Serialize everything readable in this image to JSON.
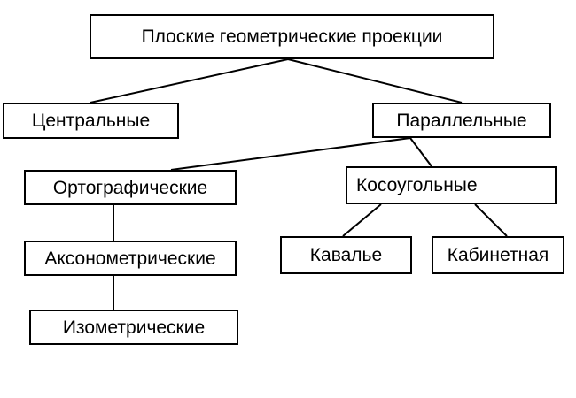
{
  "diagram": {
    "nodes": {
      "root": "Плоские геометрические проекции",
      "central": "Центральные",
      "parallel": "Параллельные",
      "orthographic": "Ортографические",
      "oblique": "Косоугольные",
      "axonometric": "Аксонометрические",
      "cavalier": "Кавалье",
      "cabinet": "Кабинетная",
      "isometric": "Изометрические"
    },
    "edges": [
      {
        "from": "root",
        "to": "central"
      },
      {
        "from": "root",
        "to": "parallel"
      },
      {
        "from": "parallel",
        "to": "orthographic"
      },
      {
        "from": "parallel",
        "to": "oblique"
      },
      {
        "from": "orthographic",
        "to": "axonometric"
      },
      {
        "from": "axonometric",
        "to": "isometric"
      },
      {
        "from": "oblique",
        "to": "cavalier"
      },
      {
        "from": "oblique",
        "to": "cabinet"
      }
    ],
    "line_color": "#000000",
    "box_border_color": "#000000",
    "background_color": "#ffffff"
  }
}
